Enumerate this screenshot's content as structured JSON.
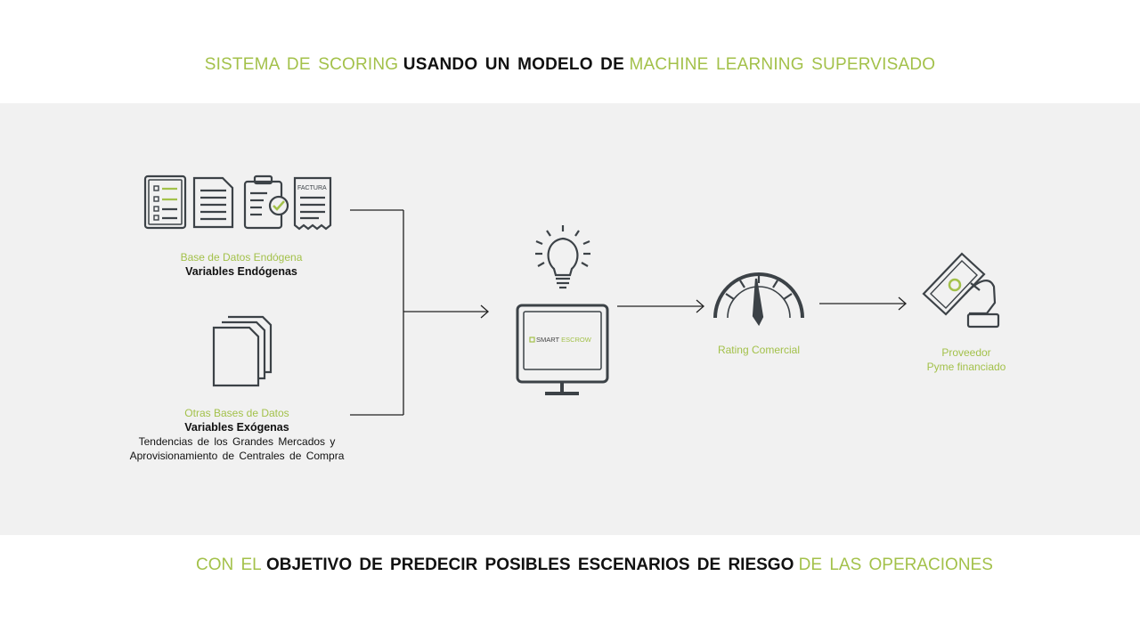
{
  "title": {
    "part1": "SISTEMA DE SCORING",
    "part2": "USANDO  UN MODELO DE",
    "part3": "MACHINE  LEARNING  SUPERVISADO"
  },
  "endogenous": {
    "label": "Base de Datos Endógena",
    "bold": "Variables Endógenas",
    "invoice_tag": "FACTURA"
  },
  "exogenous": {
    "label": "Otras Bases de Datos",
    "bold": "Variables Exógenas",
    "line1": "Tendencias  de los Grandes  Mercados  y",
    "line2": "Aprovisionamiento  de Centrales  de Compra"
  },
  "monitor": {
    "brand1": "SMART",
    "brand2": "ESCROW"
  },
  "rating": {
    "label": "Rating Comercial"
  },
  "supplier": {
    "line1": "Proveedor",
    "line2": "Pyme financiado"
  },
  "footer": {
    "part1": "CON EL",
    "part2": "OBJETIVO DE PREDECIR  POSIBLES  ESCENARIOS  DE RIESGO",
    "part3": "DE LAS OPERACIONES"
  },
  "colors": {
    "accent": "#a3c14a",
    "icon": "#3c4247",
    "panel": "#f1f1f1"
  }
}
